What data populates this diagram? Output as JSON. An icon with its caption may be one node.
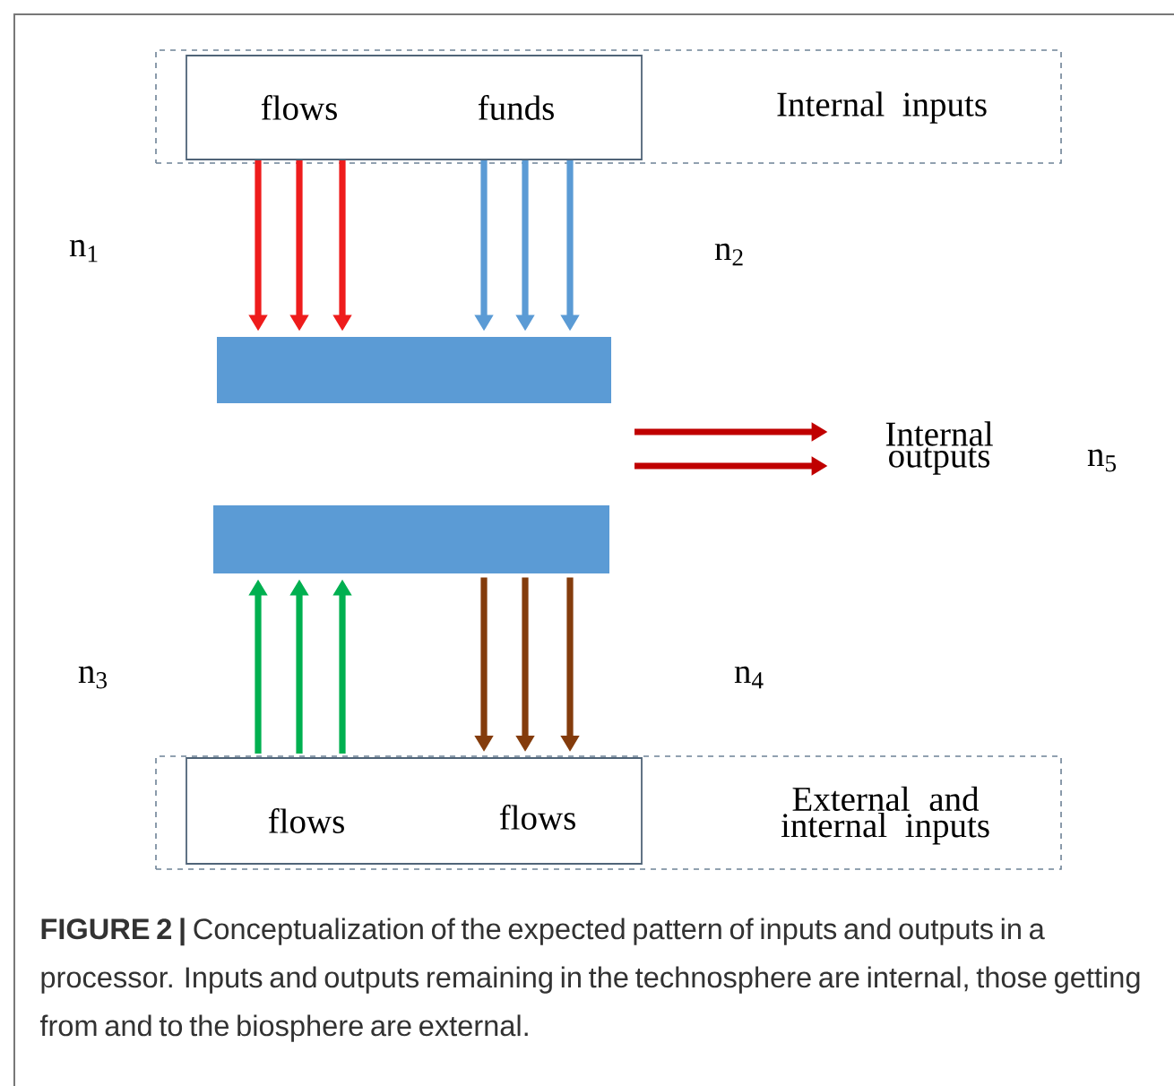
{
  "diagram": {
    "caption": "**FIGURE 2 |** Conceptualization of the expected pattern of inputs and outputs in a processor. Inputs and outputs remaining in the technosphere are internal, those getting from and to the biosphere are external.",
    "nodes": [
      {
        "text": [
          "Internal inputs"
        ]
      },
      {
        "text": [
          "flows",
          "funds"
        ],
        "in": 0
      },
      {
        "text": [],
        "shape": "bar"
      },
      {
        "text": [],
        "shape": "bar"
      },
      {
        "text": [
          "Internal outputs"
        ]
      },
      {
        "text": [
          "External and internal inputs"
        ]
      },
      {
        "text": [
          "flows",
          "flows"
        ],
        "in": 5
      }
    ],
    "edges": [
      {
        "from": 1,
        "to": 2,
        "arrow": "to",
        "color": "#ee1c1c"
      },
      {
        "from": 1,
        "to": 2,
        "arrow": "to",
        "color": "#ee1c1c"
      },
      {
        "from": 1,
        "to": 2,
        "arrow": "to",
        "color": "#ee1c1c"
      },
      {
        "from": 1,
        "to": 2,
        "arrow": "to",
        "color": "#5b9bd5"
      },
      {
        "from": 1,
        "to": 2,
        "arrow": "to",
        "color": "#5b9bd5"
      },
      {
        "from": 1,
        "to": 2,
        "arrow": "to",
        "color": "#5b9bd5"
      },
      {
        "from": 6,
        "to": 3,
        "arrow": "to",
        "color": "#00b050"
      },
      {
        "from": 6,
        "to": 3,
        "arrow": "to",
        "color": "#00b050"
      },
      {
        "from": 6,
        "to": 3,
        "arrow": "to",
        "color": "#00b050"
      },
      {
        "from": 3,
        "to": 6,
        "arrow": "to",
        "color": "#843c0c"
      },
      {
        "from": 3,
        "to": 6,
        "arrow": "to",
        "color": "#843c0c"
      },
      {
        "from": 3,
        "to": 6,
        "arrow": "to",
        "color": "#843c0c"
      },
      {
        "from": null,
        "to": 4,
        "arrow": "to",
        "color": "#c00000"
      },
      {
        "from": null,
        "to": 4,
        "arrow": "to",
        "color": "#c00000"
      }
    ],
    "labels": [
      "n$_{1}$",
      "n$_{2}$",
      "n$_{5}$",
      "n$_{3}$",
      "n$_{4}$"
    ]
  }
}
